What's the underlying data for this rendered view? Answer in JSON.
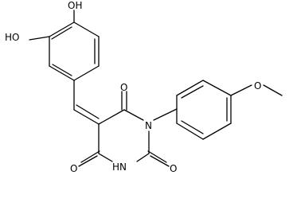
{
  "molecule": {
    "labels": {
      "oh_top": "OH",
      "ho_left": "HO",
      "carbonyl_o_top": "O",
      "ring_n": "N",
      "methoxy_o": "O",
      "carbonyl_o_left": "O",
      "nh": "HN",
      "carbonyl_o_right": "O"
    },
    "colors": {
      "bond": "#000000",
      "label": "#000000",
      "background": "#ffffff"
    }
  }
}
